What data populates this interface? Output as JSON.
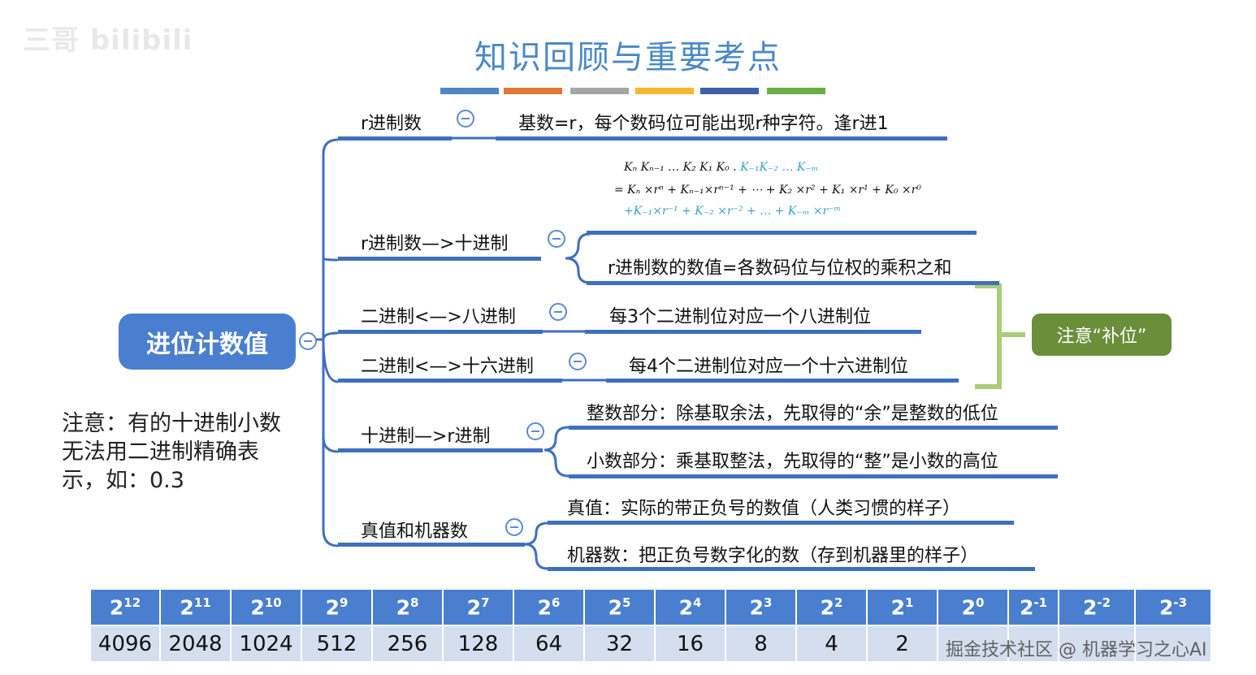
{
  "watermark_top": "三哥 bilibili",
  "title": "知识回顾与重要考点",
  "color_bar": [
    "#4f86c6",
    "#e07836",
    "#a5a5a5",
    "#f5b82e",
    "#3f5fa8",
    "#6aad45"
  ],
  "root": "进位计数值",
  "branches": [
    {
      "label": "r进制数",
      "leaves": [
        "基数=r，每个数码位可能出现r种字符。逢r进1"
      ]
    },
    {
      "label": "r进制数—>十进制",
      "leaves": [
        "r进制数的数值=各数码位与位权的乘积之和"
      ],
      "formula": {
        "line1_a": "Kₙ Kₙ₋₁ … K₂ K₁ K₀ .",
        "line1_b": "K₋₁K₋₂ … K₋ₘ",
        "line2": "= Kₙ ×rⁿ + Kₙ₋₁×rⁿ⁻¹ + ⋯ + K₂ ×r² + K₁ ×r¹ + K₀ ×r⁰",
        "line3": "+K₋₁×r⁻¹ + K₋₂ ×r⁻² + … + K₋ₘ ×r⁻ᵐ"
      }
    },
    {
      "label": "二进制<—>八进制",
      "leaves": [
        "每3个二进制位对应一个八进制位"
      ]
    },
    {
      "label": "二进制<—>十六进制",
      "leaves": [
        "每4个二进制位对应一个十六进制位"
      ]
    },
    {
      "label": "十进制—>r进制",
      "leaves": [
        "整数部分：除基取余法，先取得的“余”是整数的低位",
        "小数部分：乘基取整法，先取得的“整”是小数的高位"
      ]
    },
    {
      "label": "真值和机器数",
      "leaves": [
        "真值：实际的带正负号的数值（人类习惯的样子）",
        "机器数：把正负号数字化的数（存到机器里的样子）"
      ]
    }
  ],
  "note_box": "注意“补位”",
  "note_left": "注意：有的十进制小数无法用二进制精确表示，如：0.3",
  "power_table": {
    "base": "2",
    "exponents": [
      "12",
      "11",
      "10",
      "9",
      "8",
      "7",
      "6",
      "5",
      "4",
      "3",
      "2",
      "1",
      "0",
      "-1",
      "-2",
      "-3"
    ],
    "values": [
      "4096",
      "2048",
      "1024",
      "512",
      "256",
      "128",
      "64",
      "32",
      "16",
      "8",
      "4",
      "2",
      "",
      "",
      "",
      ""
    ]
  },
  "watermark_bottom": "掘金技术社区 @ 机器学习之心AI",
  "accent_blue": "#4a7fcf",
  "accent_green": "#6b8e3a"
}
